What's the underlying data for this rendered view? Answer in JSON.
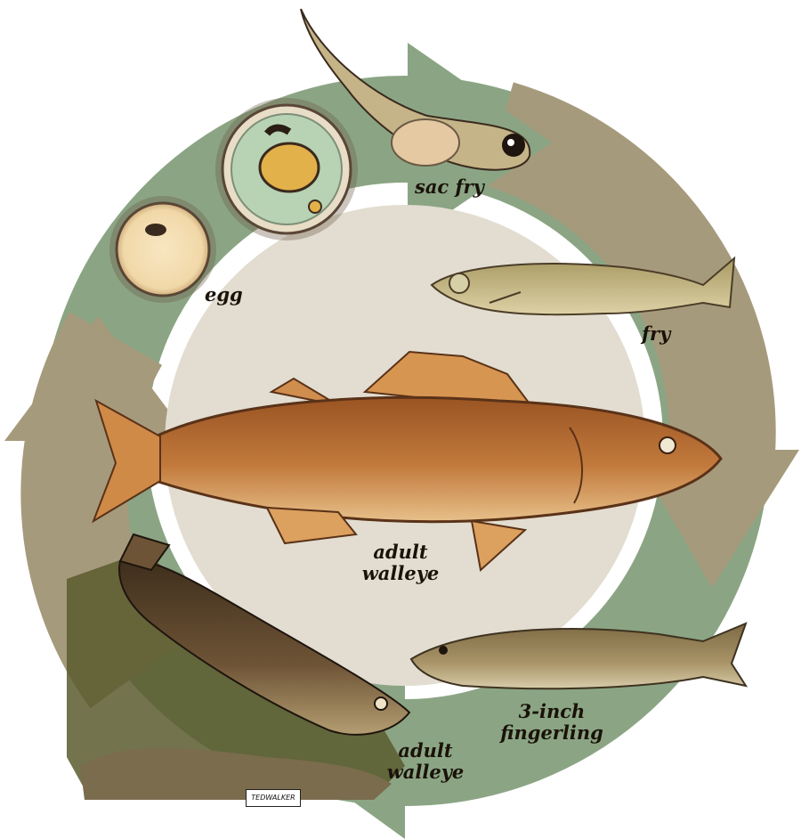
{
  "diagram": {
    "labels": {
      "egg": "egg",
      "sac_fry": "sac fry",
      "fry": "fry",
      "adult_center_line1": "adult",
      "adult_center_line2": "walleye",
      "fingerling_line1": "3-inch",
      "fingerling_line2": "fingerling",
      "adult_bottom_line1": "adult",
      "adult_bottom_line2": "walleye"
    },
    "signature": "TEDWALKER",
    "colors": {
      "arrow_green": "#8ba584",
      "arrow_tan": "#a69a7c",
      "center_disc": "#e2ddd0",
      "egg_yolk": "#f5dcb0",
      "embryo_green": "#b8d2b4",
      "walleye_body": "#b86e36",
      "fry_body": "#c9bb88"
    }
  }
}
